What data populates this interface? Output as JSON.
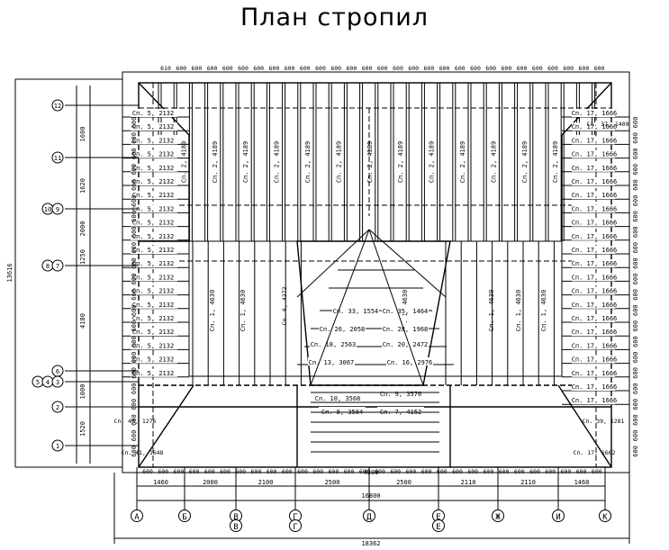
{
  "title": "План стропил",
  "axes": {
    "horizontal": [
      "А",
      "Б",
      "В",
      "Г",
      "Д",
      "Е",
      "Ж",
      "И",
      "К"
    ],
    "horizontal_sub": [
      "",
      "",
      "В",
      "Г",
      "",
      "Е",
      "",
      "",
      ""
    ],
    "vertical": [
      "12",
      "11",
      "10/9",
      "8/7",
      "6",
      "5/4/3",
      "2",
      "1"
    ]
  },
  "dims": {
    "bottom_segments": [
      "1460",
      "2000",
      "2100",
      "2500",
      "2500",
      "2110",
      "2110",
      "1460"
    ],
    "bottom_total": "16800",
    "overall_total": "18362",
    "opening": "4800",
    "left_segments": [
      "1600",
      "1620",
      "2000",
      "1250",
      "4180",
      "1000",
      "1520"
    ],
    "left_total": "13616",
    "rafter_spacing": "600",
    "top_start": "610"
  },
  "labels": {
    "main_rafter": "Сп. 2, 4189",
    "side_rafter": "Сп. 17, 1666",
    "left_rafter": "Сп. 5, 2132",
    "mid_rafter": "Сп. 1, 4630",
    "hip_labels": [
      "Сп. 18, 2563",
      "Сп. 20, 2472",
      "Сп. 13, 3067",
      "Сп. 16, 2976",
      "Сп. 26, 2058",
      "Сп. 28, 1968",
      "Сп. 33, 1554",
      "Сп. 35, 1464",
      "Сп. 10, 3568",
      "Сп. 9, 3576",
      "Сп. 8, 3584",
      "Сп. 7, 4152"
    ],
    "corner_labels": [
      "Сп. 40, 1276",
      "Сп. 39, 1281",
      "Сп. 37, 1409",
      "Сп. 41, 1648",
      "Сп. 17, 1662",
      "Сп. 6, 4272"
    ]
  }
}
